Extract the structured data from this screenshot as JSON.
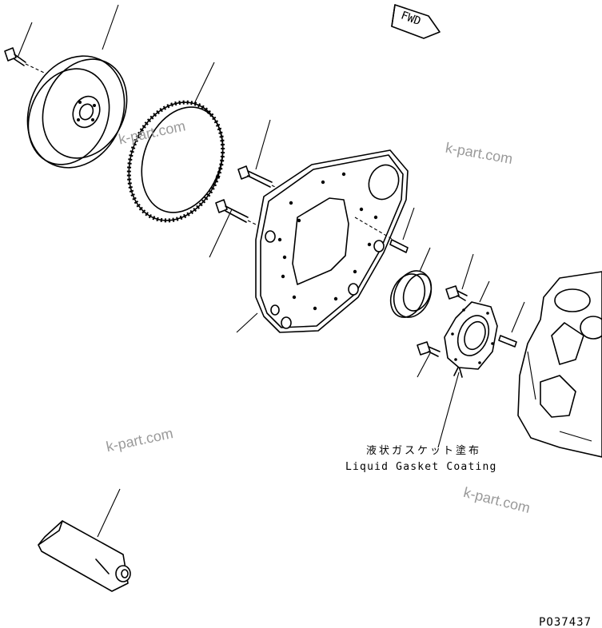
{
  "direction_tag": "FWD",
  "note": {
    "japanese": "液状ガスケット塗布",
    "english": "Liquid Gasket Coating"
  },
  "watermarks": [
    "k-part.com",
    "k-part.com",
    "k-part.com",
    "k-part.com"
  ],
  "drawing_number": "PO37437",
  "icons": [
    "flywheel",
    "ring-gear",
    "bolt",
    "flywheel-housing-plate",
    "oil-seal",
    "seal-retainer",
    "dowel-pin",
    "engine-block",
    "gasket-tube"
  ]
}
